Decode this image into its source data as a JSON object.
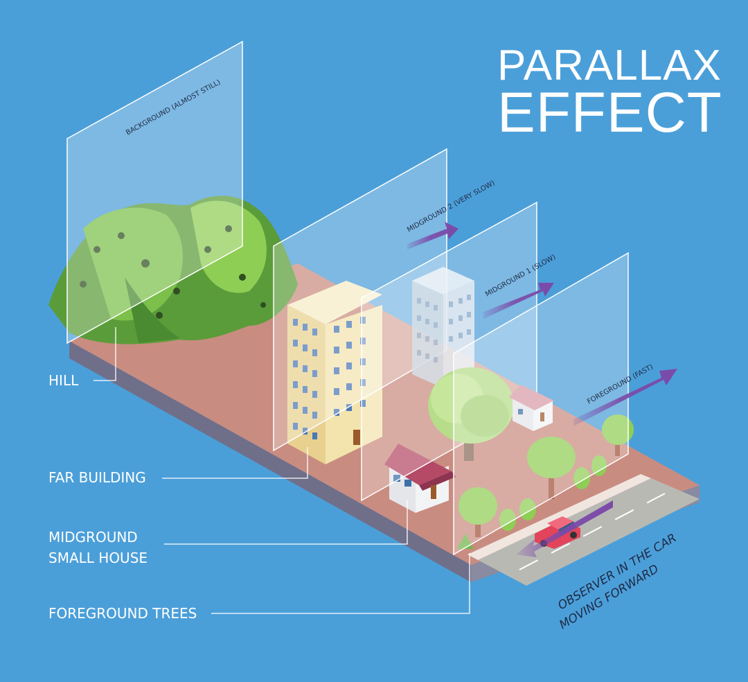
{
  "title": {
    "line1": "PARALLAX",
    "line2": "EFFECT"
  },
  "layers": {
    "background": "BACKGROUND  (ALMOST STILL)",
    "midground2": "MIDGROUND 2 (VERY SLOW)",
    "midground1": "MIDGROUND 1 (SLOW)",
    "foreground": "FOREGROUND (FAST)"
  },
  "callouts": {
    "hill": "HILL",
    "far_building": "FAR BUILDING",
    "midground_house_line1": "MIDGROUND",
    "midground_house_line2": "SMALL HOUSE",
    "foreground_trees": "FOREGROUND TREES"
  },
  "observer": {
    "line1": "OBSERVER IN THE CAR",
    "line2": "MOVING FORWARD"
  },
  "colors": {
    "sky": "#4b9fd9",
    "ground": "#c98c80",
    "hill": "#63a83c",
    "arrow": "#7b4aa8",
    "road": "#b9b9b4",
    "car": "#e2445b",
    "building": "#e8d18f"
  }
}
